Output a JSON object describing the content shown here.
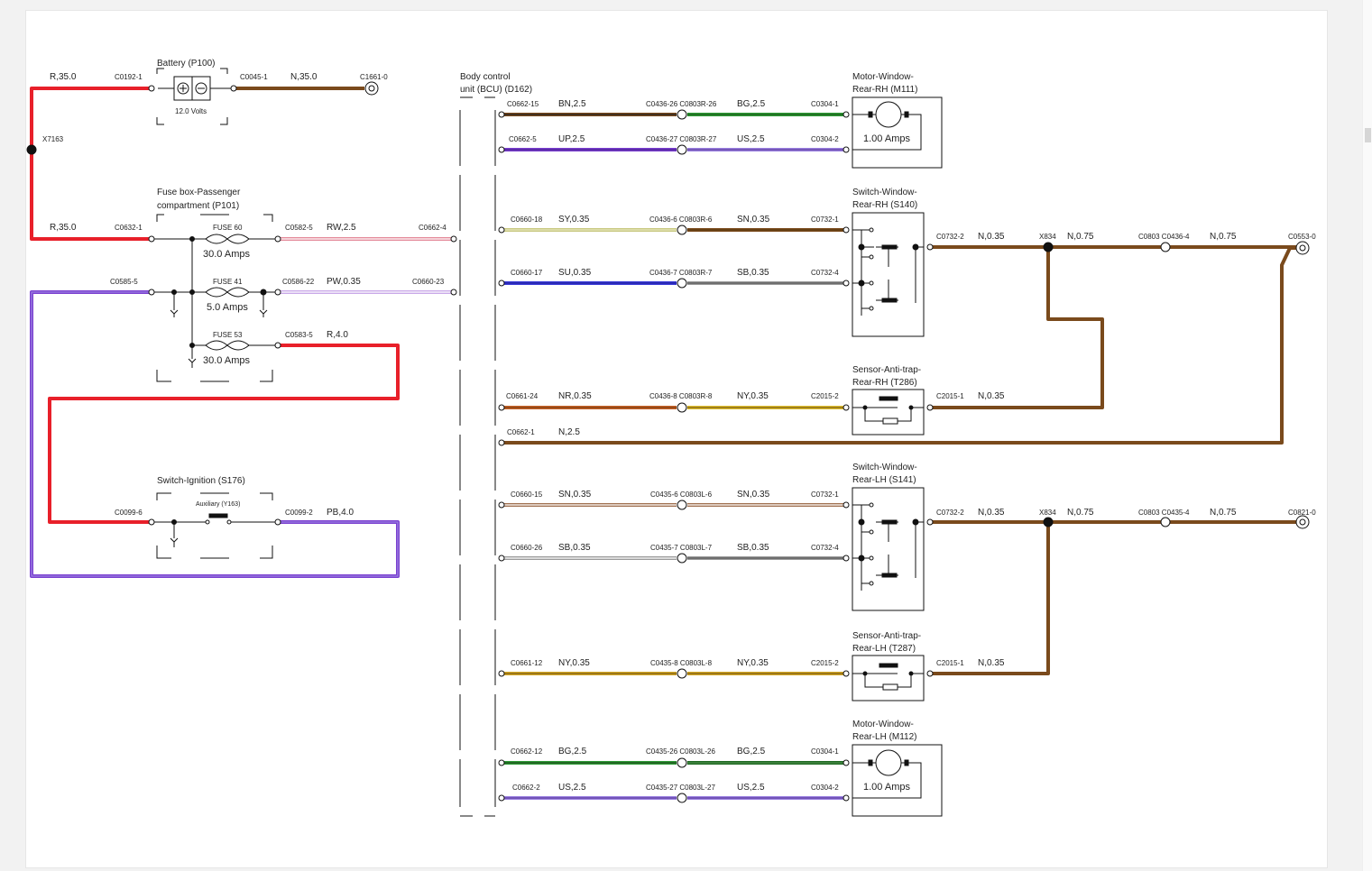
{
  "components": {
    "battery": {
      "title": "Battery (P100)",
      "voltage": "12.0 Volts"
    },
    "fusebox": {
      "title1": "Fuse box-Passenger",
      "title2": "compartment (P101)",
      "fuses": [
        {
          "name": "FUSE 60",
          "rating": "30.0 Amps"
        },
        {
          "name": "FUSE 41",
          "rating": "5.0 Amps"
        },
        {
          "name": "FUSE 53",
          "rating": "30.0 Amps"
        }
      ]
    },
    "ignition": {
      "title": "Switch-Ignition (S176)",
      "aux": "Auxiliary (Y163)"
    },
    "bcu": {
      "title1": "Body control",
      "title2": "unit (BCU) (D162)"
    },
    "motor_rh": {
      "title1": "Motor-Window-",
      "title2": "Rear-RH (M111)",
      "rating": "1.00 Amps"
    },
    "switch_rh": {
      "title1": "Switch-Window-",
      "title2": "Rear-RH (S140)"
    },
    "sensor_rh": {
      "title1": "Sensor-Anti-trap-",
      "title2": "Rear-RH (T286)"
    },
    "switch_lh": {
      "title1": "Switch-Window-",
      "title2": "Rear-LH (S141)"
    },
    "sensor_lh": {
      "title1": "Sensor-Anti-trap-",
      "title2": "Rear-LH (T287)"
    },
    "motor_lh": {
      "title1": "Motor-Window-",
      "title2": "Rear-LH (M112)",
      "rating": "1.00 Amps"
    }
  },
  "splices": {
    "x7163": "X7163",
    "x834_rh": "X834",
    "x834_lh": "X834"
  },
  "connectors": {
    "c0192_1": "C0192-1",
    "c0045_1": "C0045-1",
    "c1661_0": "C1661-0",
    "c0632_1": "C0632-1",
    "c0582_5": "C0582-5",
    "c0662_4": "C0662-4",
    "c0585_5": "C0585-5",
    "c0586_22": "C0586-22",
    "c0660_23": "C0660-23",
    "c0583_5": "C0583-5",
    "c0099_6": "C0099-6",
    "c0099_2": "C0099-2",
    "c0662_15": "C0662-15",
    "c0436_26": "C0436-26 C0803R-26",
    "c0304_1_rh": "C0304-1",
    "c0662_5": "C0662-5",
    "c0436_27": "C0436-27 C0803R-27",
    "c0304_2_rh": "C0304-2",
    "c0660_18": "C0660-18",
    "c0436_6": "C0436-6 C0803R-6",
    "c0732_1_rh": "C0732-1",
    "c0660_17": "C0660-17",
    "c0436_7": "C0436-7 C0803R-7",
    "c0732_4_rh": "C0732-4",
    "c0732_2_rh": "C0732-2",
    "c0803_rh": "C0803 C0436-4",
    "c0553_0": "C0553-0",
    "c0661_24": "C0661-24",
    "c0436_8": "C0436-8 C0803R-8",
    "c2015_2_rh": "C2015-2",
    "c2015_1_rh": "C2015-1",
    "c0662_1": "C0662-1",
    "c0660_15": "C0660-15",
    "c0435_6": "C0435-6 C0803L-6",
    "c0732_1_lh": "C0732-1",
    "c0660_26": "C0660-26",
    "c0435_7": "C0435-7 C0803L-7",
    "c0732_4_lh": "C0732-4",
    "c0732_2_lh": "C0732-2",
    "c0803_lh": "C0803 C0435-4",
    "c0821_0": "C0821-0",
    "c0661_12": "C0661-12",
    "c0435_8": "C0435-8 C0803L-8",
    "c2015_2_lh": "C2015-2",
    "c2015_1_lh": "C2015-1",
    "c0662_12": "C0662-12",
    "c0435_26": "C0435-26 C0803L-26",
    "c0304_1_lh": "C0304-1",
    "c0662_2": "C0662-2",
    "c0435_27": "C0435-27 C0803L-27",
    "c0304_2_lh": "C0304-2"
  },
  "wires": {
    "r35_a": "R,35.0",
    "n35": "N,35.0",
    "r35_b": "R,35.0",
    "rw25": "RW,2.5",
    "pw035": "PW,0.35",
    "r40": "R,4.0",
    "pb40": "PB,4.0",
    "bn25": "BN,2.5",
    "bg25_rh": "BG,2.5",
    "up25": "UP,2.5",
    "us25_rh": "US,2.5",
    "sy035": "SY,0.35",
    "sn035_rh": "SN,0.35",
    "su035": "SU,0.35",
    "sb035_rh": "SB,0.35",
    "n035_rh_a": "N,0.35",
    "n075_rh_a": "N,0.75",
    "n075_rh_b": "N,0.75",
    "nr035": "NR,0.35",
    "ny035_rh": "NY,0.35",
    "n035_rh_b": "N,0.35",
    "n25": "N,2.5",
    "sn035_lh_a": "SN,0.35",
    "sn035_lh_b": "SN,0.35",
    "sb035_lh_a": "SB,0.35",
    "sb035_lh_b": "SB,0.35",
    "n035_lh_a": "N,0.35",
    "n075_lh_a": "N,0.75",
    "n075_lh_b": "N,0.75",
    "ny035_lh_a": "NY,0.35",
    "ny035_lh_b": "NY,0.35",
    "n035_lh_b": "N,0.35",
    "bg25_lh_a": "BG,2.5",
    "bg25_lh_b": "BG,2.5",
    "us25_lh_a": "US,2.5",
    "us25_lh_b": "US,2.5"
  },
  "colors": {
    "red": "#e8202a",
    "brown": "#7a4a1c",
    "green": "#2f9a36",
    "purple": "#7a3fd0",
    "lavender": "#9a7fe0",
    "pink": "#e48a9a",
    "yellow": "#e0c030",
    "grey": "#9a9a9a",
    "blue": "#3a3ad8",
    "olive": "#c8c880",
    "orange": "#c86428",
    "dkgreen": "#1f6a22"
  }
}
